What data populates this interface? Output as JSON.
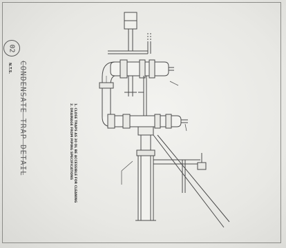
{
  "detail": {
    "number": "02",
    "title": "CONDENSATE TRAP DETAIL",
    "scale": "N.T.S."
  },
  "notes": {
    "heading": "",
    "items": [
      "1. CLOSE TRAPS AS 30 OL BE ACCESSIBLE FOR CLEANING",
      "2. DRAINAGE FROM PIPING SPECIFICATIONS"
    ]
  },
  "callouts": {
    "top_left": "",
    "top_right": "",
    "elbow": "",
    "right_pipe": "",
    "bottom_pipe": "",
    "bracket": "",
    "small_mark": ""
  }
}
